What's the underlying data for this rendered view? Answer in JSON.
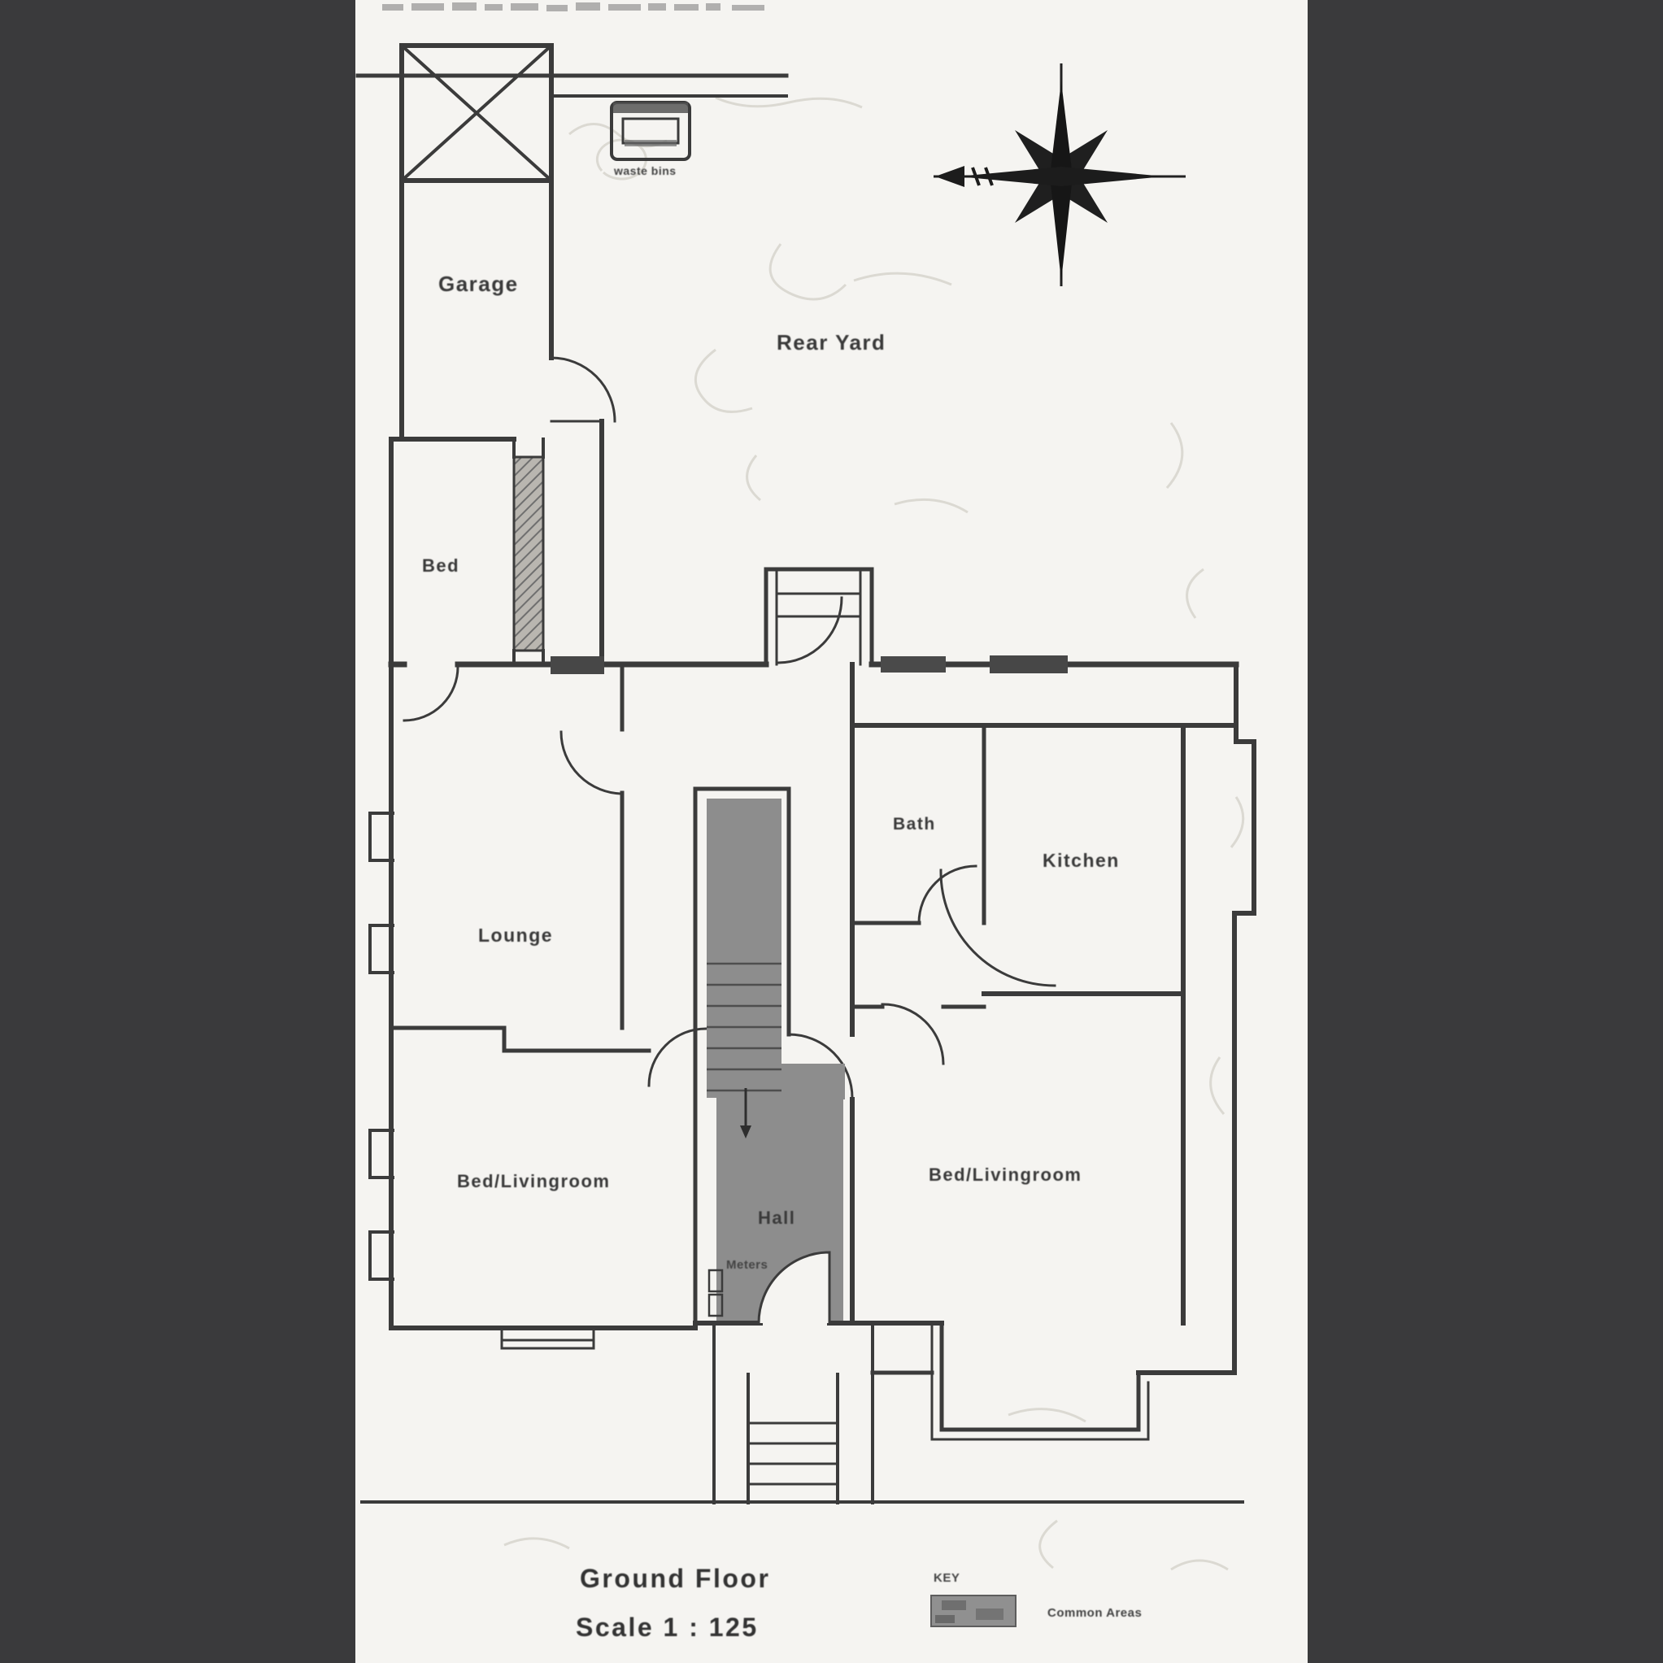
{
  "document": {
    "title": "Ground Floor",
    "scale_label": "Scale 1 : 125"
  },
  "legend": {
    "heading": "KEY",
    "items": [
      {
        "label": "Common Areas",
        "swatch_color": "#8f8f8f"
      }
    ]
  },
  "rooms": {
    "garage": "Garage",
    "rear_yard": "Rear Yard",
    "bed": "Bed",
    "lounge": "Lounge",
    "bath": "Bath",
    "kitchen": "Kitchen",
    "bed_livingroom_left": "Bed/Livingroom",
    "bed_livingroom_right": "Bed/Livingroom",
    "hall": "Hall"
  },
  "annotations": {
    "waste_bins": "waste bins",
    "meters": "Meters"
  },
  "icons": {
    "compass": "compass-rose",
    "waste_bins": "waste-bins-box",
    "garage_roof": "crossed-square"
  },
  "colors": {
    "paper": "#f5f4f1",
    "ink": "#3b3b3b",
    "shaded_common": "#8d8d8d",
    "margin": "#3a3a3c"
  }
}
